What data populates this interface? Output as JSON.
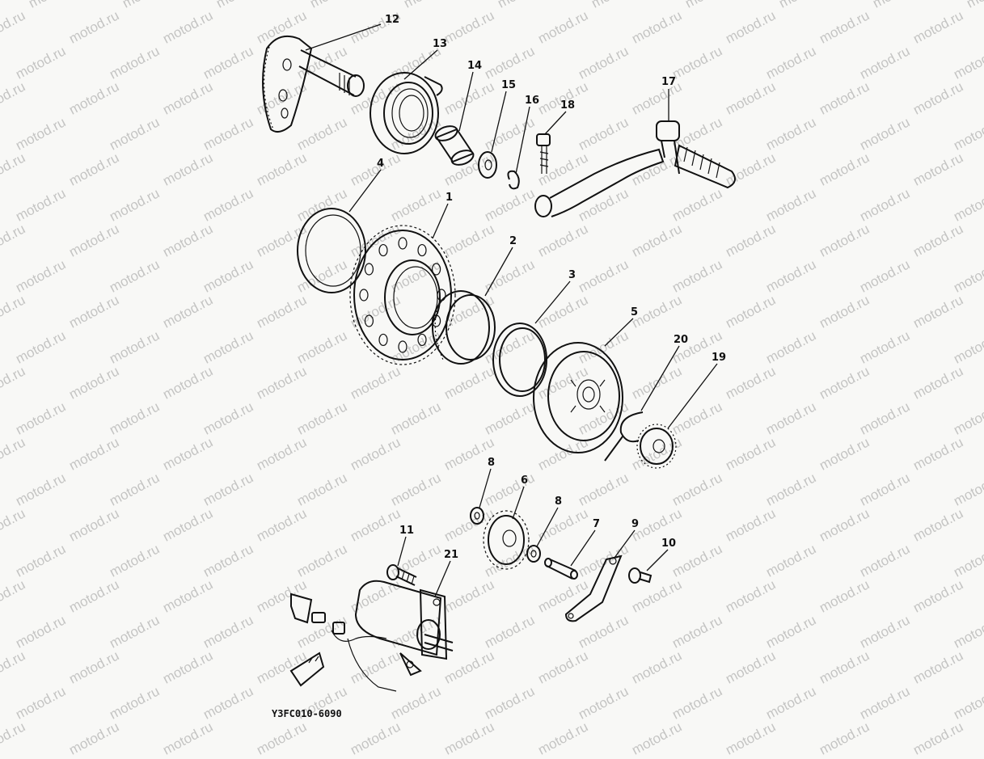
{
  "diagram_code": "Y3FC010-6090",
  "watermark_text": "motod.ru",
  "callouts": {
    "c1": "1",
    "c2": "2",
    "c3": "3",
    "c4": "4",
    "c5": "5",
    "c6": "6",
    "c7": "7",
    "c8a": "8",
    "c8b": "8",
    "c9": "9",
    "c10": "10",
    "c11": "11",
    "c12": "12",
    "c13": "13",
    "c14": "14",
    "c15": "15",
    "c16": "16",
    "c17": "17",
    "c18": "18",
    "c19": "19",
    "c20": "20",
    "c21": "21"
  },
  "colors": {
    "ink": "#111111",
    "paper": "#f8f8f6",
    "watermark": "#5a5a5a"
  }
}
